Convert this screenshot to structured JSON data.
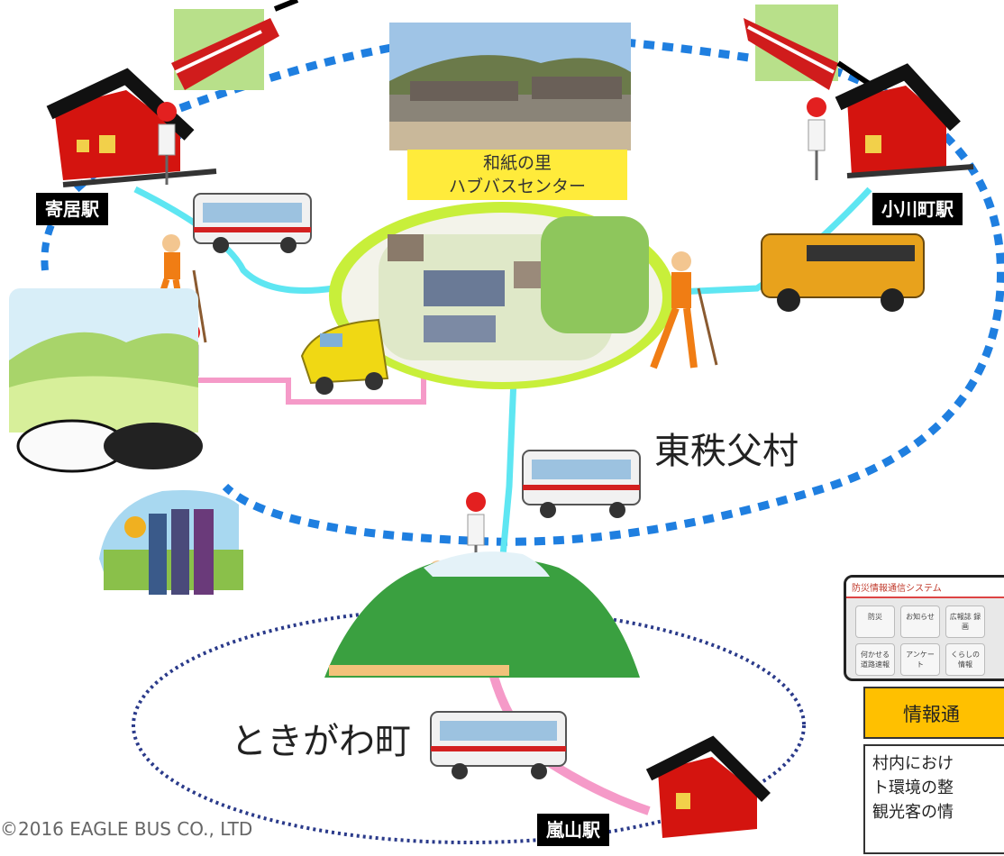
{
  "hub": {
    "label_line1": "和紙の里",
    "label_line2": "ハブバスセンター"
  },
  "stations": {
    "yorii": "寄居駅",
    "ogawamachi": "小川町駅",
    "arashiyama": "嵐山駅"
  },
  "areas": {
    "higashichichibu": "東秩父村",
    "tokigawa": "ときがわ町"
  },
  "copyright": "©2016 EAGLE BUS CO., LTD",
  "info_panel": {
    "title": "情報通",
    "body_line1": "村内におけ",
    "body_line2": "ト環境の整",
    "body_line3": "観光客の情",
    "tablet": {
      "title": "防災情報通信システム",
      "buttons": [
        "防災",
        "お知らせ",
        "広報誌\n録画",
        "何かせる\n道路速報",
        "アンケート",
        "くらしの\n情報"
      ]
    }
  },
  "colors": {
    "route_cyan": "#5ee6f2",
    "route_pink": "#f59ac8",
    "loop_blue": "#1f7fe0",
    "loop_navy": "#2a3a8a",
    "station_bg": "#000000",
    "hub_label_bg": "#ffeb3b",
    "info_title_bg": "#ffc000",
    "bus_stop_red": "#e32020"
  }
}
